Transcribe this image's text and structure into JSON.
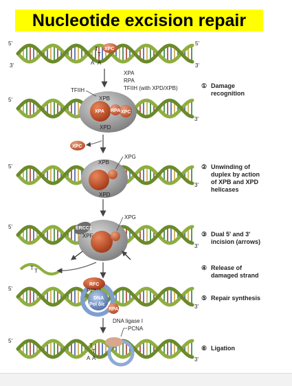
{
  "title": "Nucleotide excision repair",
  "strand_ends": {
    "five_prime": "5'",
    "three_prime": "3'"
  },
  "factors": {
    "xpa": "XPA",
    "rpa": "RPA",
    "xpc": "XPC",
    "xpb": "XPB",
    "xpd": "XPD",
    "xpg": "XPG",
    "ercc1": "ERCC1",
    "xpf": "XPF",
    "tfiih": "TFIIH",
    "rfc": "RFC",
    "pcna": "PCNA",
    "dna_pol_1": "DNA",
    "dna_pol_2": "Pol δ/ε",
    "tfiih_note": "TFIIH (with XPD/XPB)",
    "ligase": "DNA ligase I"
  },
  "damage_bases": [
    "T",
    "T",
    "A",
    "A"
  ],
  "steps": [
    {
      "num": "①",
      "line1": "Damage",
      "line2": "recognition",
      "line3": ""
    },
    {
      "num": "②",
      "line1": "Unwinding of",
      "line2": "duplex by action",
      "line3": "of XPB and XPD",
      "line4": "helicases"
    },
    {
      "num": "③",
      "line1": "Dual 5' and 3'",
      "line2": "incision (arrows)",
      "line3": ""
    },
    {
      "num": "④",
      "line1": "Release of",
      "line2": "damaged strand",
      "line3": ""
    },
    {
      "num": "⑤",
      "line1": "Repair synthesis",
      "line2": "",
      "line3": ""
    },
    {
      "num": "⑥",
      "line1": "Ligation",
      "line2": "",
      "line3": ""
    }
  ],
  "colors": {
    "title_bg": "#ffff00",
    "strand_green": "#8fae3f",
    "strand_dark": "#6b8a2a",
    "xp_orange": "#c8532d",
    "complex_gray": "#9a9a9a",
    "pol_blue": "#6f8fc4"
  }
}
